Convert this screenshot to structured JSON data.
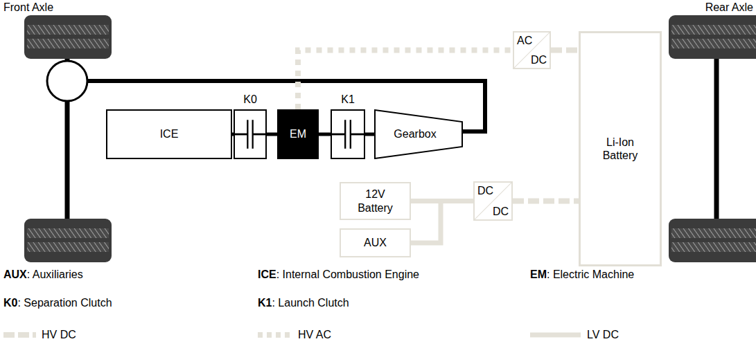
{
  "diagram": {
    "nodes": [
      {
        "text": [
          "ICE"
        ]
      },
      {
        "text": [
          "K0"
        ]
      },
      {
        "text": [
          "EM"
        ]
      },
      {
        "text": [
          "K1"
        ]
      },
      {
        "text": [
          "Gearbox"
        ]
      },
      {
        "text": [
          "AC",
          "DC"
        ]
      },
      {
        "text": [
          "Li-Ion Battery"
        ]
      },
      {
        "text": [
          "DC",
          "DC"
        ]
      },
      {
        "text": [
          "12V Battery"
        ]
      },
      {
        "text": [
          "AUX"
        ]
      }
    ],
    "edges": [
      {
        "from": 0,
        "to": 1,
        "arrow": "none"
      },
      {
        "from": 1,
        "to": 2,
        "arrow": "none"
      },
      {
        "from": 2,
        "to": 3,
        "arrow": "none"
      },
      {
        "from": 3,
        "to": 4,
        "arrow": "none"
      },
      {
        "from": 2,
        "to": 5,
        "arrow": "none"
      },
      {
        "from": 5,
        "to": 6,
        "arrow": "none"
      },
      {
        "from": 7,
        "to": 6,
        "arrow": "none"
      },
      {
        "from": 7,
        "to": 8,
        "arrow": "none"
      },
      {
        "from": 7,
        "to": 9,
        "arrow": "none"
      }
    ],
    "labels": [
      "Front Axle",
      "Rear Axle",
      "AUX",
      ": Auxiliaries",
      "ICE",
      ": Internal Combustion Engine",
      "EM",
      ": Electric Machine",
      "K0",
      ": Separation Clutch",
      "K1",
      ": Launch Clutch"
    ],
    "legend": [
      {
        "text": "HV DC"
      },
      {
        "text": "HV AC"
      },
      {
        "text": "LV DC"
      }
    ]
  }
}
